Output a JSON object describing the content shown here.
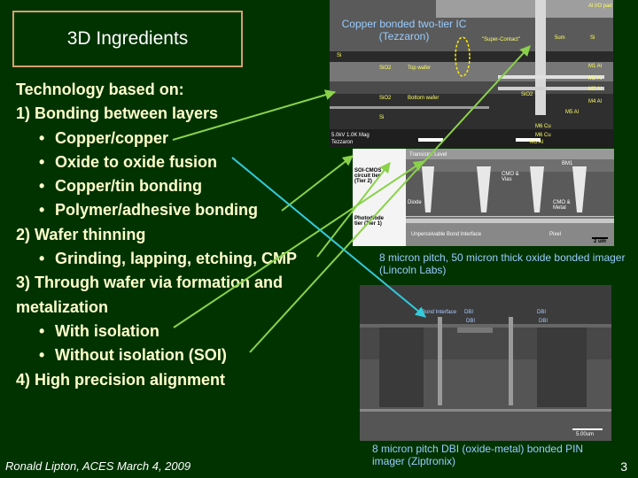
{
  "slide": {
    "title": "3D Ingredients",
    "page_number": "3",
    "footer": "Ronald Lipton, ACES March 4, 2009"
  },
  "content": {
    "lines": [
      {
        "text": "Technology based on:",
        "bullet": false
      },
      {
        "text": "1) Bonding between layers",
        "bullet": false
      },
      {
        "text": "Copper/copper",
        "bullet": true
      },
      {
        "text": "Oxide to oxide fusion",
        "bullet": true
      },
      {
        "text": "Copper/tin bonding",
        "bullet": true
      },
      {
        "text": "Polymer/adhesive bonding",
        "bullet": true
      },
      {
        "text": "2) Wafer thinning",
        "bullet": false
      },
      {
        "text": "Grinding, lapping, etching, CMP",
        "bullet": true
      },
      {
        "text": "3) Through wafer via formation and",
        "bullet": false
      },
      {
        "text": "metalization",
        "bullet": false
      },
      {
        "text": "With isolation",
        "bullet": true
      },
      {
        "text": "Without isolation (SOI)",
        "bullet": true
      },
      {
        "text": "4) High precision alignment",
        "bullet": false
      }
    ]
  },
  "images": {
    "img1": {
      "caption": "Copper bonded two-tier IC (Tezzaron)",
      "labels": {
        "al_pad": "Al I/O pad",
        "super_contact": "\"Super-Contact\"",
        "si_top": "Si",
        "sio2_top": "SiO2",
        "top_wafer": "Top wafer",
        "bottom_wafer": "Bottom wafer",
        "sio2_bottom": "SiO2",
        "si_bottom": "Si",
        "um5": "5um",
        "si_right": "Si",
        "m1": "M1 Al",
        "m2": "M2 Al",
        "m3": "M3 Al",
        "m4": "M4 Al",
        "m5": "M5 Al",
        "m6cu": "M6 Cu",
        "m6cu_b": "M6 Cu",
        "m5al_b": "M5 Al",
        "sio2_mid": "SiO2",
        "scale1": "5.0kV 1.0K Mag",
        "scale2": "Tezzaron"
      }
    },
    "img2": {
      "caption": "8 micron pitch, 50 micron thick oxide bonded imager (Lincoln Labs)",
      "labels": {
        "soi_cmos": "SOI-CMOS circuit tier (Tier 2)",
        "photodiode": "Photodiode tier (Tier 1)",
        "transistor_level": "Transistor Level",
        "bm1": "BM1",
        "cmo_via": "CMO & Vias",
        "cmo_metal": "CMO & Metal",
        "bond_interface": "Unperceivable Bond Interface",
        "pixel": "Pixel",
        "diode": "Diode",
        "um2": "2 um"
      }
    },
    "img3": {
      "caption": "8 micron pitch DBI (oxide-metal) bonded PIN imager (Ziptronix)",
      "labels": {
        "bond_interface": "Bond Interface",
        "dbi1": "DBI",
        "dbi2": "DBI",
        "dbi3": "DBI",
        "dbi4": "DBI",
        "scale": "5.00um"
      }
    }
  },
  "colors": {
    "background": "#003300",
    "body_text": "#ffffcc",
    "caption_text": "#99ccff",
    "arrow": "#8ad24a",
    "title_border": "#d4a070"
  }
}
